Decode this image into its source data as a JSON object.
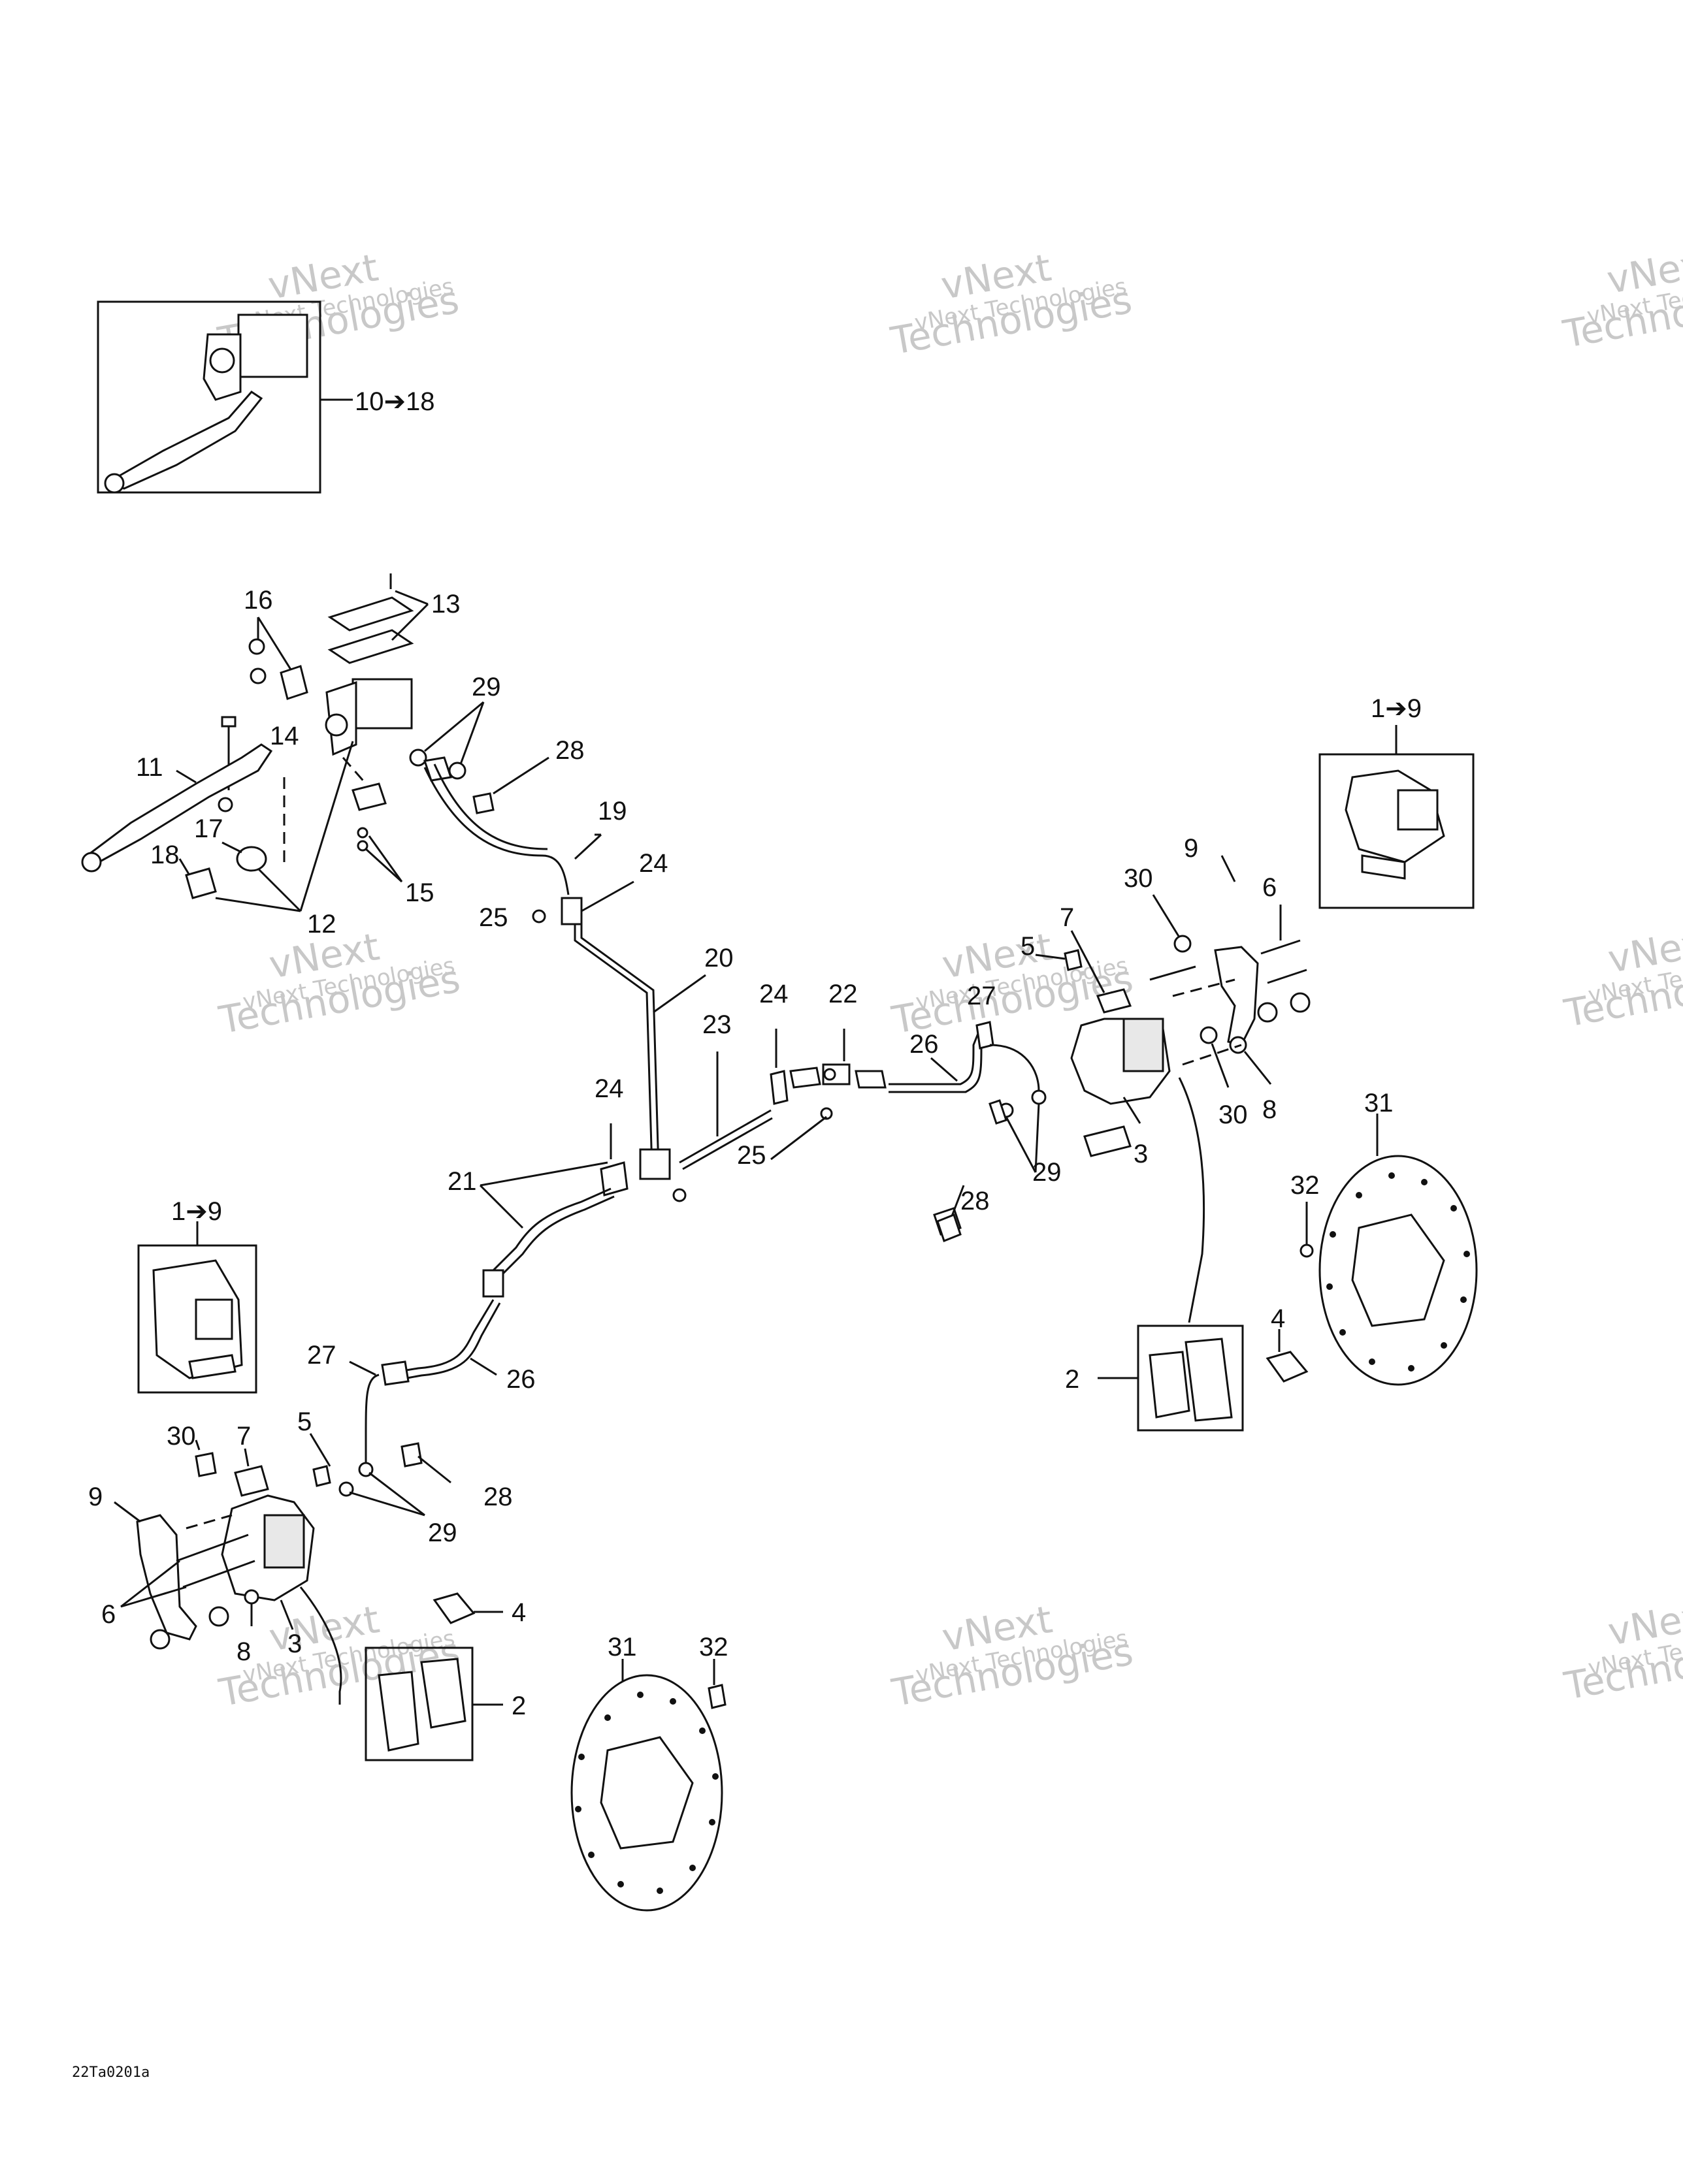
{
  "callouts": {
    "c10_18": "10➔18",
    "c1_9_right": "1➔9",
    "c1_9_left": "1➔9",
    "c13": "13",
    "c16": "16",
    "c29_top": "29",
    "c28_top": "28",
    "c14": "14",
    "c11": "11",
    "c17": "17",
    "c18": "18",
    "c12": "12",
    "c15": "15",
    "c19": "19",
    "c24_a": "24",
    "c25_a": "25",
    "c20": "20",
    "c24_b": "24",
    "c22": "22",
    "c23": "23",
    "c25_b": "25",
    "c24_c": "24",
    "c21": "21",
    "c9_r": "9",
    "c30_r": "30",
    "c6_r": "6",
    "c7_r": "7",
    "c5_r": "5",
    "c27_r": "27",
    "c26_r": "26",
    "c30_r2": "30",
    "c8_r": "8",
    "c3_r": "3",
    "c29_r": "29",
    "c28_r": "28",
    "c31_r": "31",
    "c32_r": "32",
    "c4_r": "4",
    "c2_r": "2",
    "c27_l": "27",
    "c26_l": "26",
    "c30_l": "30",
    "c7_l": "7",
    "c5_l": "5",
    "c9_l": "9",
    "c28_l": "28",
    "c29_l": "29",
    "c6_l": "6",
    "c4_l": "4",
    "c8_l": "8",
    "c3_l": "3",
    "c2_l": "2",
    "c31_l": "31",
    "c32_l": "32"
  },
  "watermark": {
    "line1": "vNext",
    "line2": "Technologies",
    "line3": "vNext Technologies"
  },
  "figure_code": "22Ta0201a"
}
